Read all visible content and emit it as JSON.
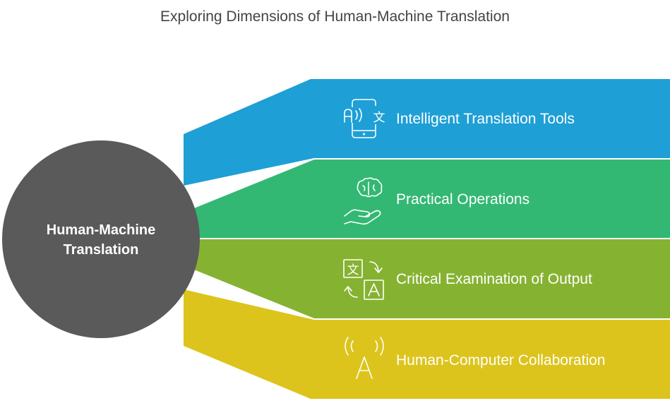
{
  "title": "Exploring Dimensions of Human-Machine Translation",
  "hub": {
    "label_line1": "Human-Machine",
    "label_line2": "Translation",
    "color": "#5a5a5a"
  },
  "branches": [
    {
      "label": "Intelligent Translation Tools",
      "color": "#1e9fd6",
      "icon": "phone-translate-icon"
    },
    {
      "label": "Practical Operations",
      "color": "#33b873",
      "icon": "hand-brain-icon"
    },
    {
      "label": "Critical Examination of Output",
      "color": "#86b232",
      "icon": "language-swap-icon"
    },
    {
      "label": "Human-Computer Collaboration",
      "color": "#dcc41c",
      "icon": "broadcast-a-icon"
    }
  ]
}
